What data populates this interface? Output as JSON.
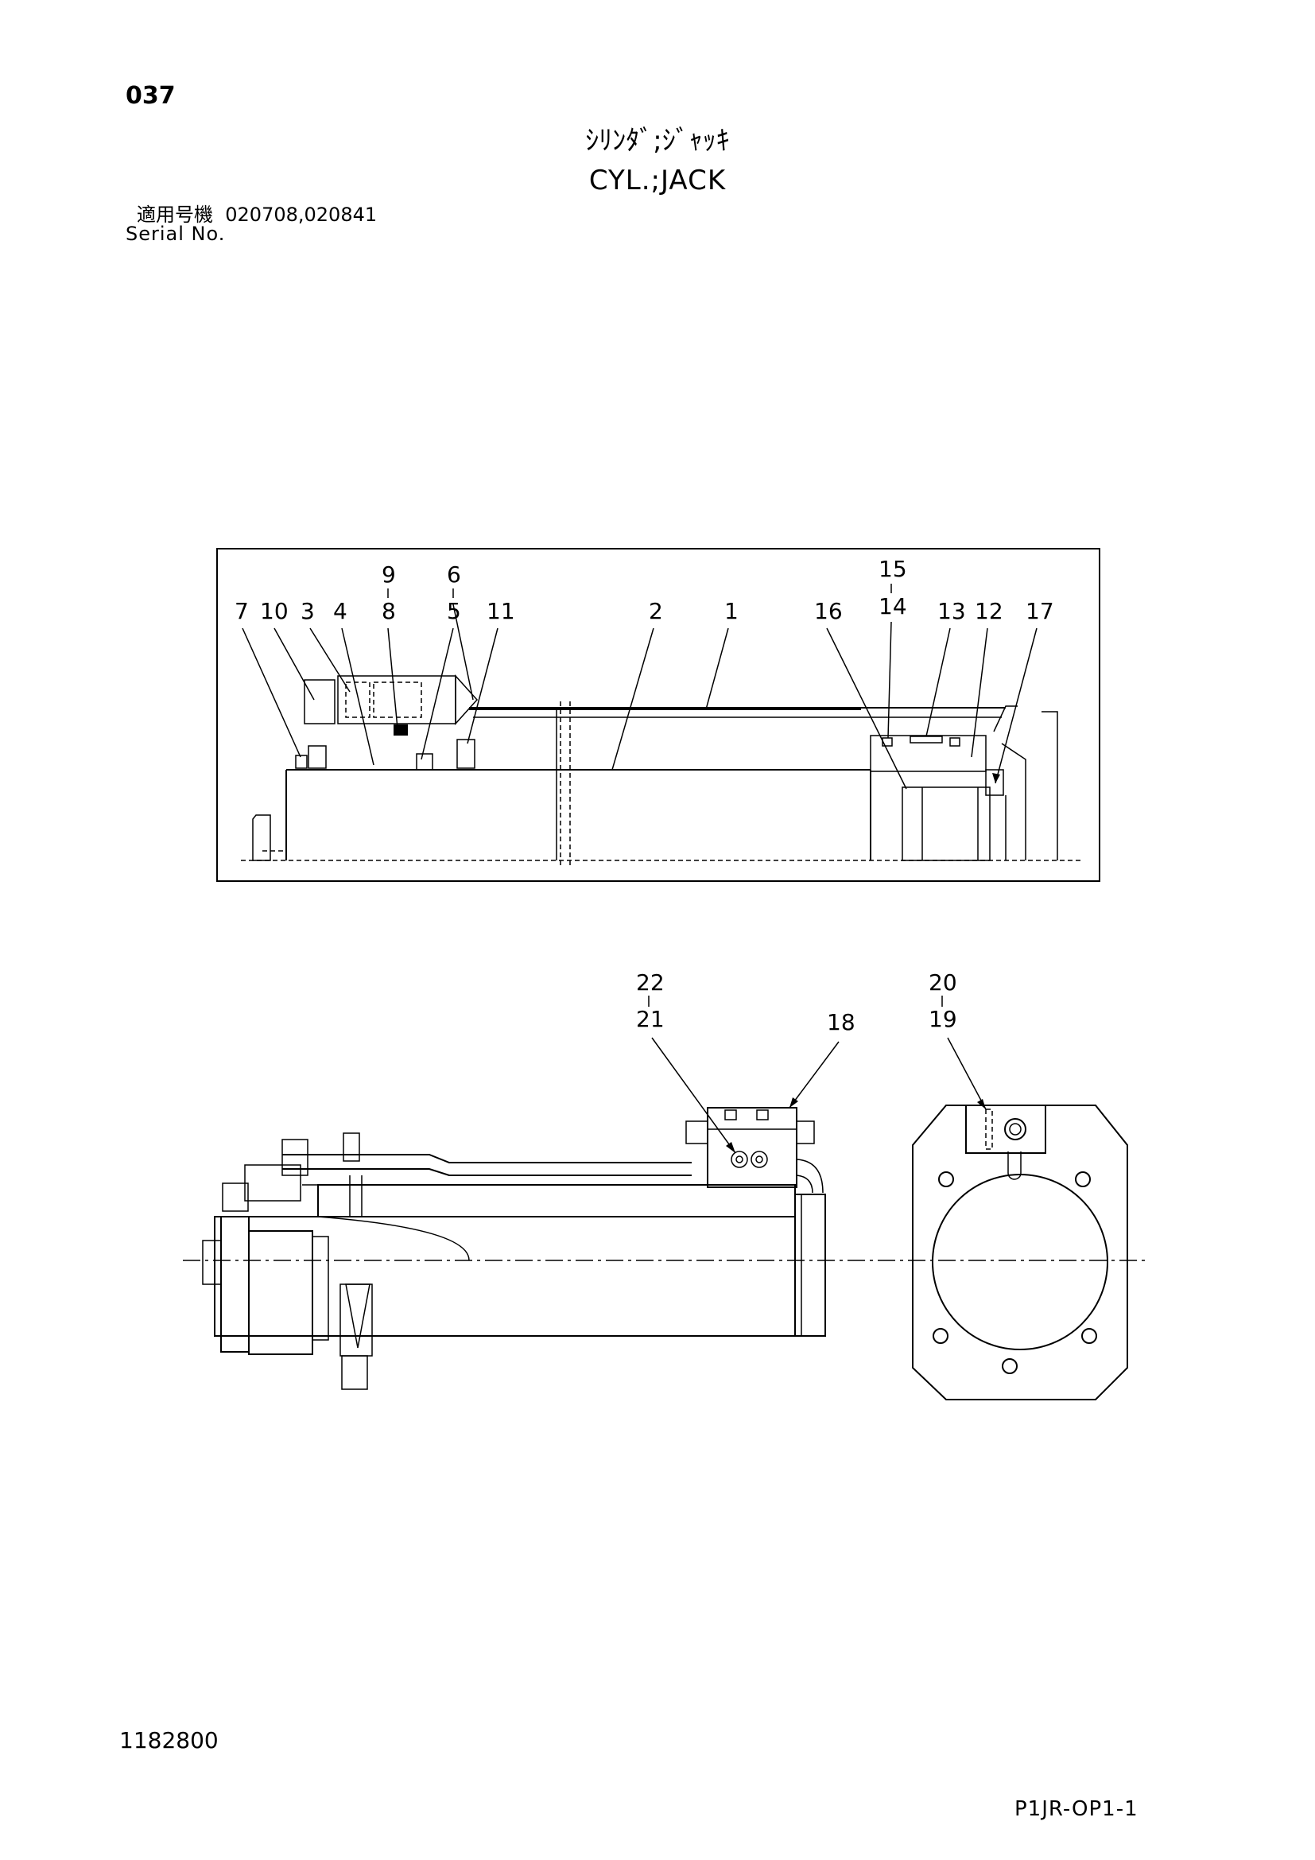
{
  "header": {
    "page_number": "037",
    "title_jp": "ｼﾘﾝﾀﾞ;ｼﾞｬｯｷ",
    "title_en": "CYL.;JACK",
    "serial_label_jp": "適用号機",
    "serial_values": "020708,020841",
    "serial_label_en": "Serial No."
  },
  "footer": {
    "document_number": "1182800",
    "page_code": "P1JR-OP1-1"
  },
  "section_view": {
    "callouts": [
      "7",
      "10",
      "3",
      "4",
      "9",
      "8",
      "6",
      "5",
      "11",
      "2",
      "1",
      "16",
      "15",
      "14",
      "13",
      "12",
      "17"
    ]
  },
  "assembly_view": {
    "callouts": [
      "22",
      "21",
      "18",
      "20",
      "19"
    ]
  }
}
